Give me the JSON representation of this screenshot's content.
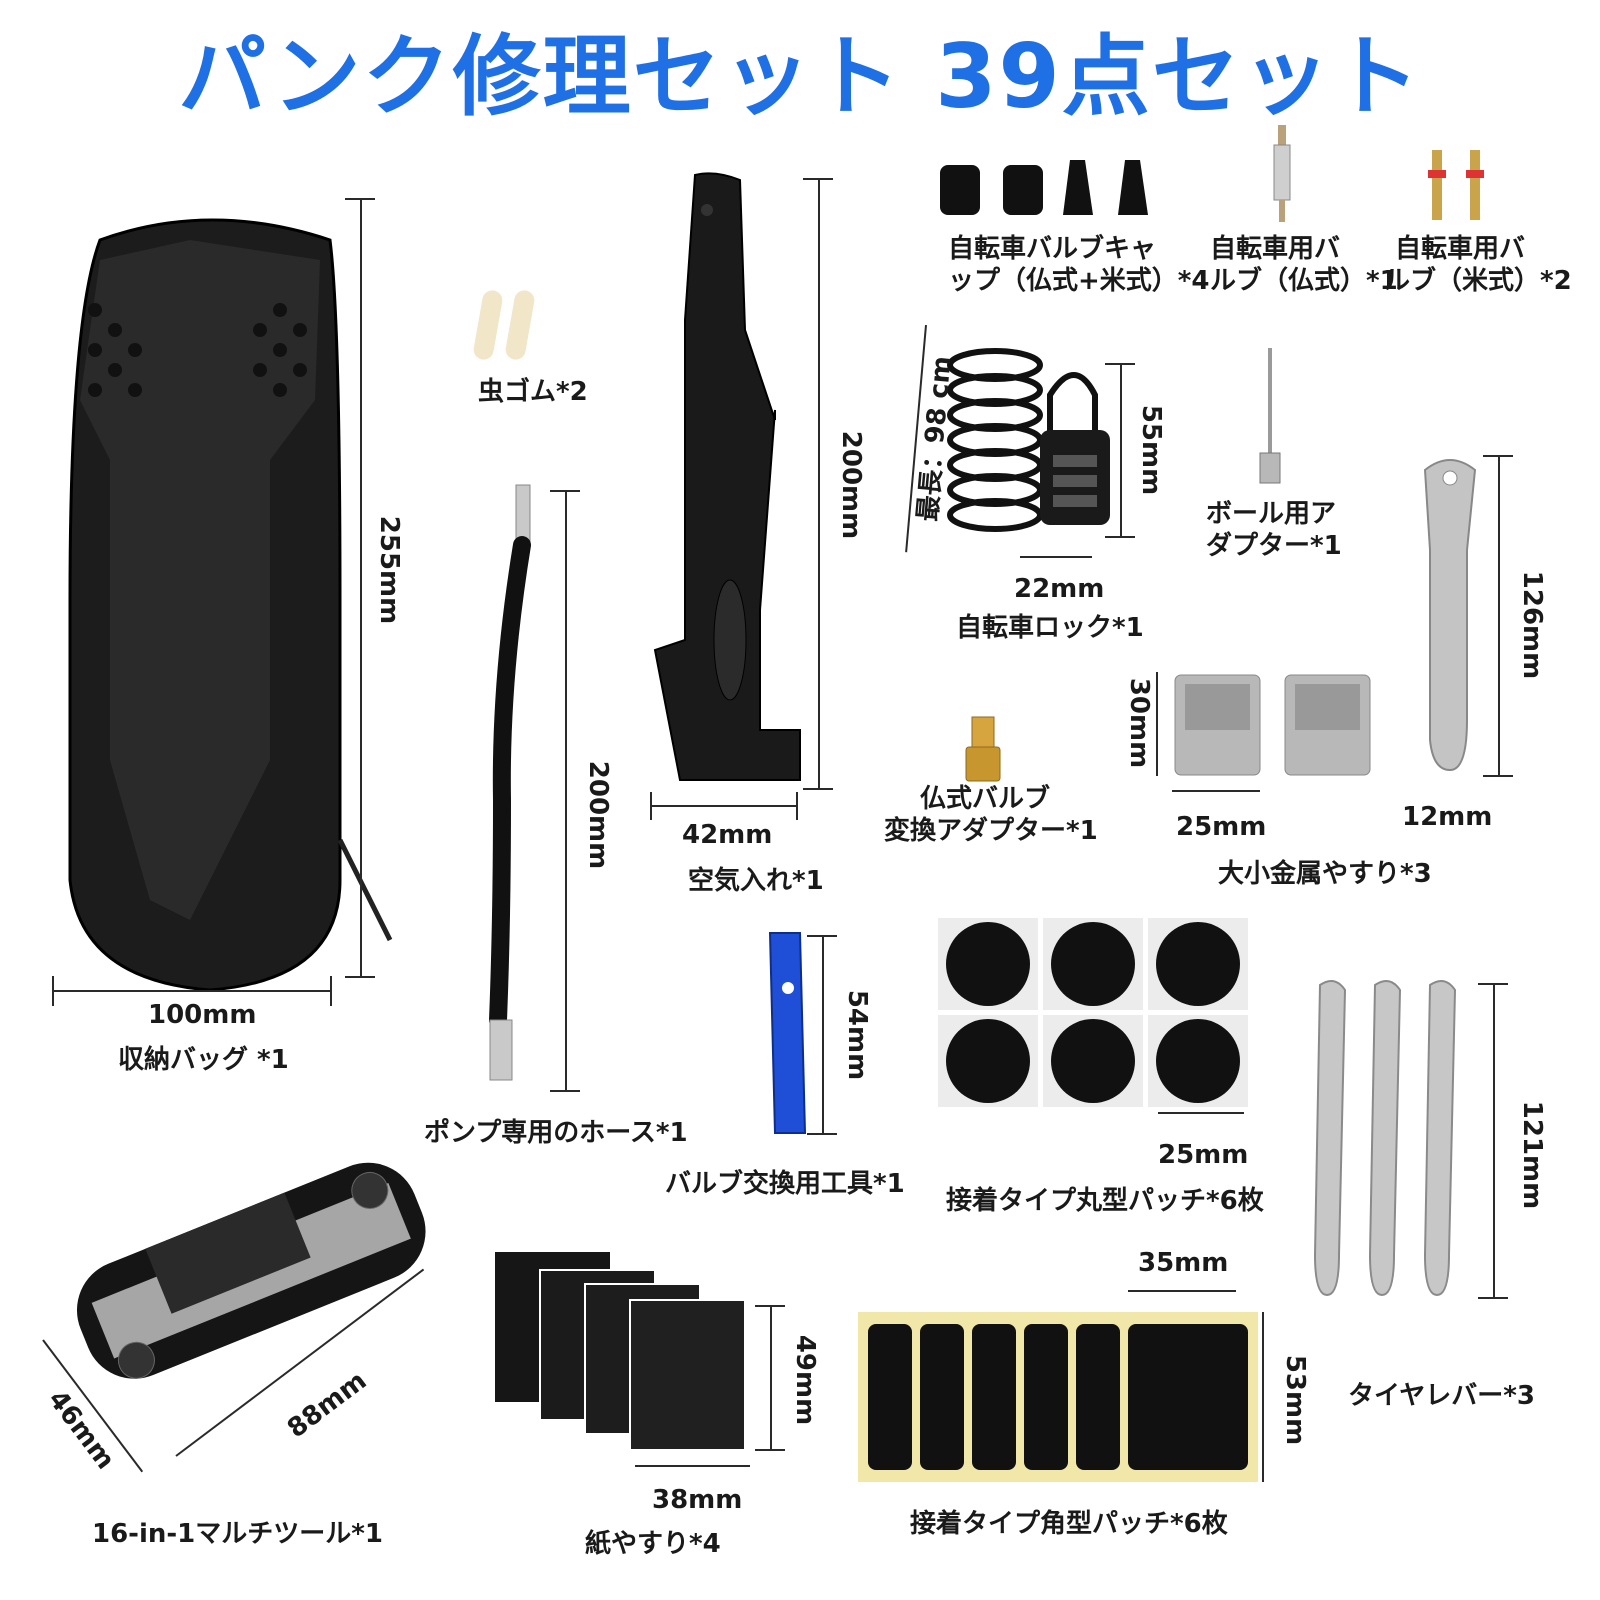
{
  "title": "パンク修理セット 39点セット",
  "items": {
    "bag": {
      "label": "収納バッグ *1",
      "width": "100mm",
      "height": "255mm"
    },
    "tire_patch_glue": {
      "label": "虫ゴム*2"
    },
    "hose": {
      "label": "ポンプ専用のホース*1",
      "length": "200mm"
    },
    "pump": {
      "label": "空気入れ*1",
      "width": "42mm",
      "height": "200mm"
    },
    "valve_caps": {
      "label_line1": "自転車バルブキャ",
      "label_line2": "ップ（仏式+米式）*4"
    },
    "valve_presta": {
      "label_line1": "自転車用バ",
      "label_line2": "ルブ（仏式）*1"
    },
    "valve_schrader": {
      "label_line1": "自転車用バ",
      "label_line2": "ルブ（米式）*2"
    },
    "lock": {
      "label": "自転車ロック*1",
      "max_length": "最長：98 cm",
      "height": "55mm",
      "width": "22mm"
    },
    "ball_adapter": {
      "label_line1": "ボール用ア",
      "label_line2": "ダプター*1"
    },
    "presta_adapter": {
      "label_line1": "仏式バルブ",
      "label_line2": "変換アダプター*1"
    },
    "rasp": {
      "label": "大小金属やすり*3",
      "height": "30mm",
      "width": "25mm",
      "lever_length": "126mm",
      "lever_width": "12mm"
    },
    "valve_tool": {
      "label": "バルブ交換用工具*1",
      "length": "54mm"
    },
    "round_patch": {
      "label": "接着タイプ丸型パッチ*6枚",
      "diameter": "25mm"
    },
    "tire_lever": {
      "label": "タイヤレバー*3",
      "length": "121mm"
    },
    "multitool": {
      "label": "16-in-1マルチツール*1",
      "length": "88mm",
      "width": "46mm"
    },
    "sandpaper": {
      "label": "紙やすり*4",
      "height": "49mm",
      "width": "38mm"
    },
    "square_patch": {
      "label": "接着タイプ角型パッチ*6枚",
      "width": "35mm",
      "height": "53mm"
    }
  }
}
